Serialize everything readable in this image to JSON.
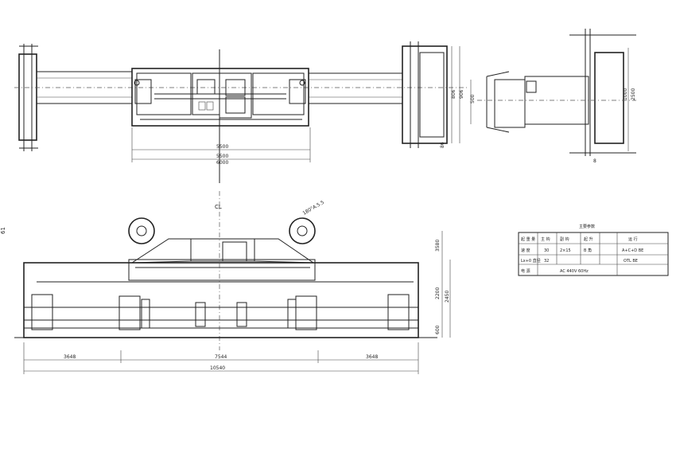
{
  "page_number": "61",
  "top_plan": {
    "dims_bottom": [
      "5500",
      "5500",
      "6000"
    ],
    "dims_right": [
      "806",
      "906",
      "86"
    ]
  },
  "side_view": {
    "dims_vertical": [
      "500",
      "1000",
      "2500"
    ],
    "dims_bottom": [
      "8"
    ]
  },
  "front_view": {
    "centerline_label": "CL",
    "angle_note": "180°A.5.5",
    "dims_right": [
      "3580",
      "2200",
      "2450",
      "600"
    ],
    "dims_bottom": [
      "3648",
      "7544",
      "3648",
      "10540"
    ]
  },
  "spec_table": {
    "title": "主要参数",
    "rows": [
      [
        "起 重 量",
        "主 钩",
        "副 钩",
        "起 升",
        "运 行"
      ],
      [
        "速 度",
        "30",
        "2×15",
        "B 角",
        "A+C+D BE"
      ],
      [
        "Lx+0 直径",
        "32",
        "",
        "",
        "OTL BE"
      ],
      [
        "电 源",
        "",
        "AC 440V 60Hz",
        "",
        ""
      ]
    ]
  }
}
